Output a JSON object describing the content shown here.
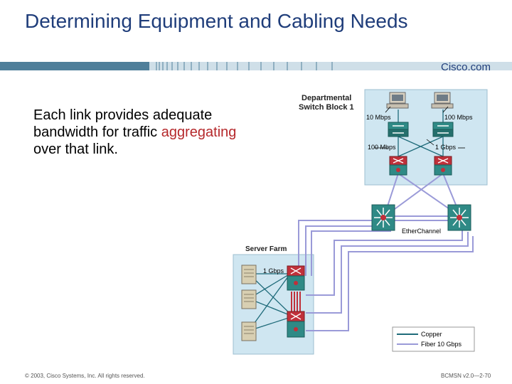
{
  "title": "Determining Equipment and Cabling Needs",
  "brand": "Cisco.com",
  "body": {
    "text_before": "Each link provides adequate bandwidth for traffic ",
    "highlight": "aggregating",
    "text_after": " over that link."
  },
  "diagram": {
    "block_label_line1": "Departmental",
    "block_label_line2": "Switch Block 1",
    "speed_10mbps": "10 Mbps",
    "speed_100mbps_top": "100 Mbps",
    "speed_100mbps_uplink": "100 Mbps",
    "speed_1gbps_uplink": "1 Gbps",
    "etherchannel": "EtherChannel",
    "server_farm": "Server Farm",
    "server_speed": "1 Gbps",
    "legend_copper": "Copper",
    "legend_fiber": "Fiber 10 Gbps"
  },
  "footer": {
    "left": "© 2003, Cisco Systems, Inc. All rights reserved.",
    "right": "BCMSN v2.0—2-70"
  },
  "colors": {
    "title": "#1f3d7a",
    "accent": "#b5282b",
    "switch_block_bg": "#cfe6f1",
    "copper": "#1f6b7a",
    "fiber": "#9a9ad8"
  }
}
